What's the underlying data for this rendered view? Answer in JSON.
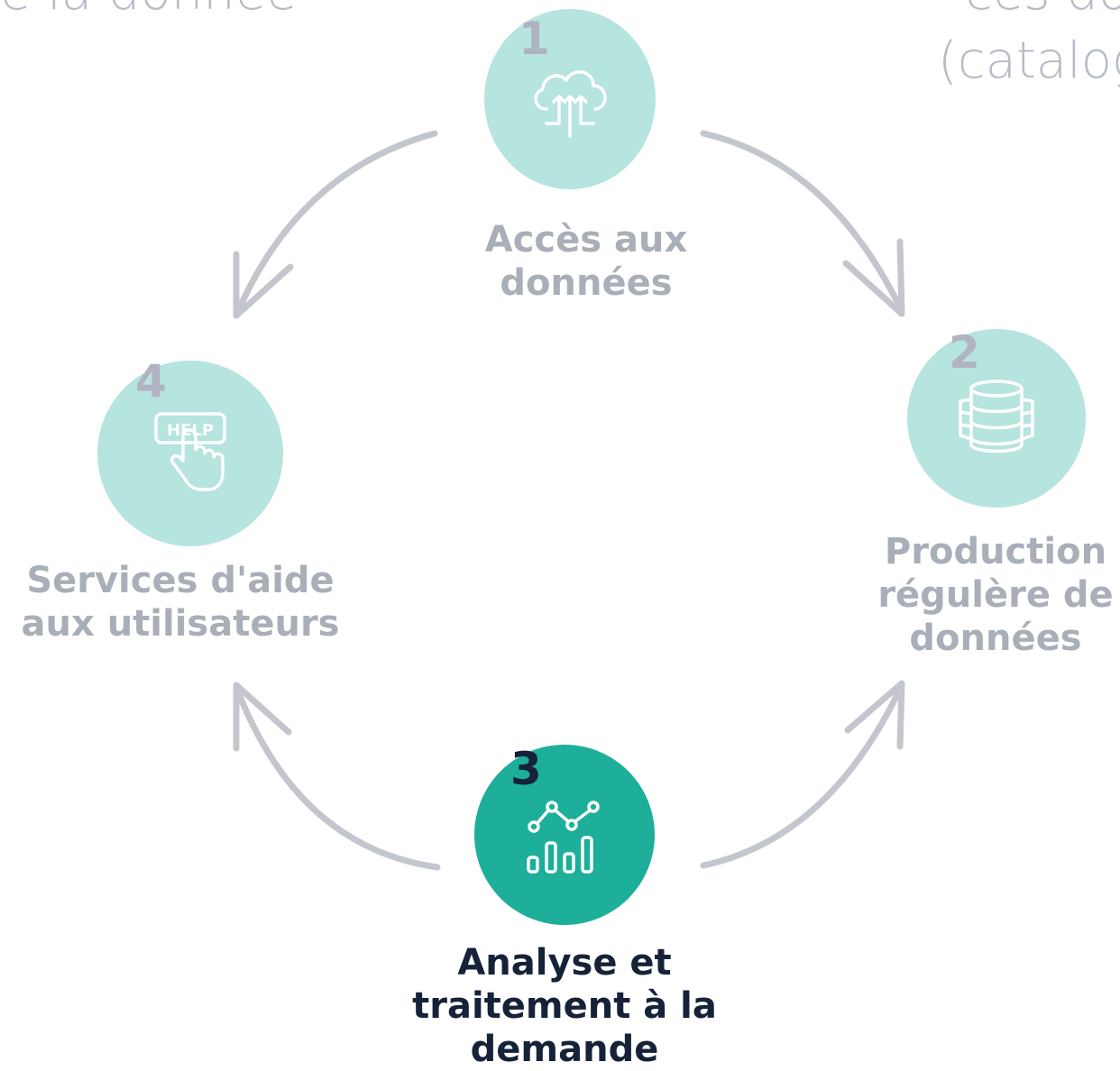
{
  "colors": {
    "circle_light": "#b6e4df",
    "circle_active": "#1daf9a",
    "arrow": "#c3c7cd",
    "label_muted": "#a9afb8",
    "label_active": "#152238",
    "number_muted": "#b0b4c2",
    "number_active": "#152238"
  },
  "clipped_text": {
    "left": "e la donnée",
    "right_line1": "ces do",
    "right_line2": "(catalog"
  },
  "steps": [
    {
      "number": "1",
      "label_lines": [
        "Accès aux",
        "données"
      ],
      "icon": "cloud-upload-icon",
      "active": false
    },
    {
      "number": "2",
      "label_lines": [
        "Production",
        "régulère de",
        "données"
      ],
      "icon": "database-icon",
      "active": false
    },
    {
      "number": "3",
      "label_lines": [
        "Analyse et",
        "traitement à la",
        "demande"
      ],
      "icon": "analytics-chart-icon",
      "active": true
    },
    {
      "number": "4",
      "label_lines": [
        "Services d'aide",
        "aux utilisateurs"
      ],
      "icon": "help-hand-icon",
      "active": false
    }
  ],
  "help_icon_text": "HELP"
}
